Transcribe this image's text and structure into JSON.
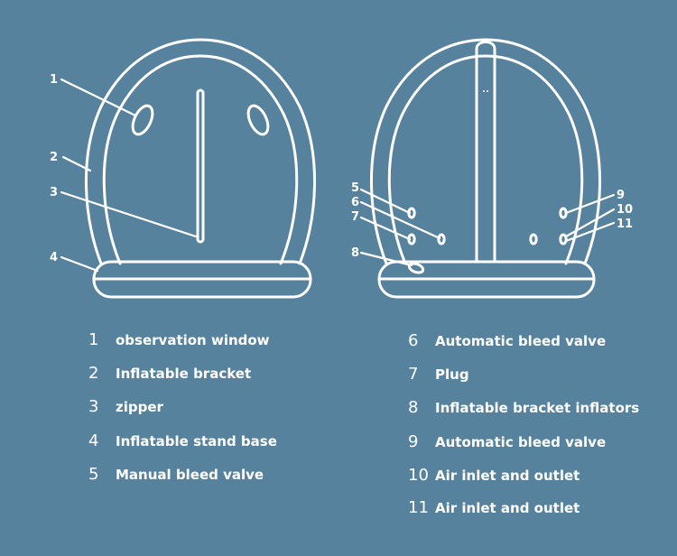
{
  "legend_left": [
    {
      "number": "1",
      "text": "observation window"
    },
    {
      "number": "2",
      "text": "Inflatable bracket"
    },
    {
      "number": "3",
      "text": "zipper"
    },
    {
      "number": "4",
      "text": "Inflatable stand base"
    },
    {
      "number": "5",
      "text": "Manual bleed valve"
    }
  ],
  "legend_right": [
    {
      "number": "6",
      "text": "Automatic bleed valve"
    },
    {
      "number": "7",
      "text": "Plug"
    },
    {
      "number": "8",
      "text": "Inflatable bracket inflators"
    },
    {
      "number": "9",
      "text": "Automatic bleed valve"
    },
    {
      "number": "10",
      "text": "Air inlet and outlet"
    },
    {
      "number": "11",
      "text": "Air inlet and outlet"
    }
  ],
  "callouts_front": [
    "1",
    "2",
    "3",
    "4"
  ],
  "callouts_back": [
    "5",
    "6",
    "7",
    "8",
    "9",
    "10",
    "11"
  ],
  "colors": {
    "background": "#56829d",
    "line": "#ffffff"
  }
}
